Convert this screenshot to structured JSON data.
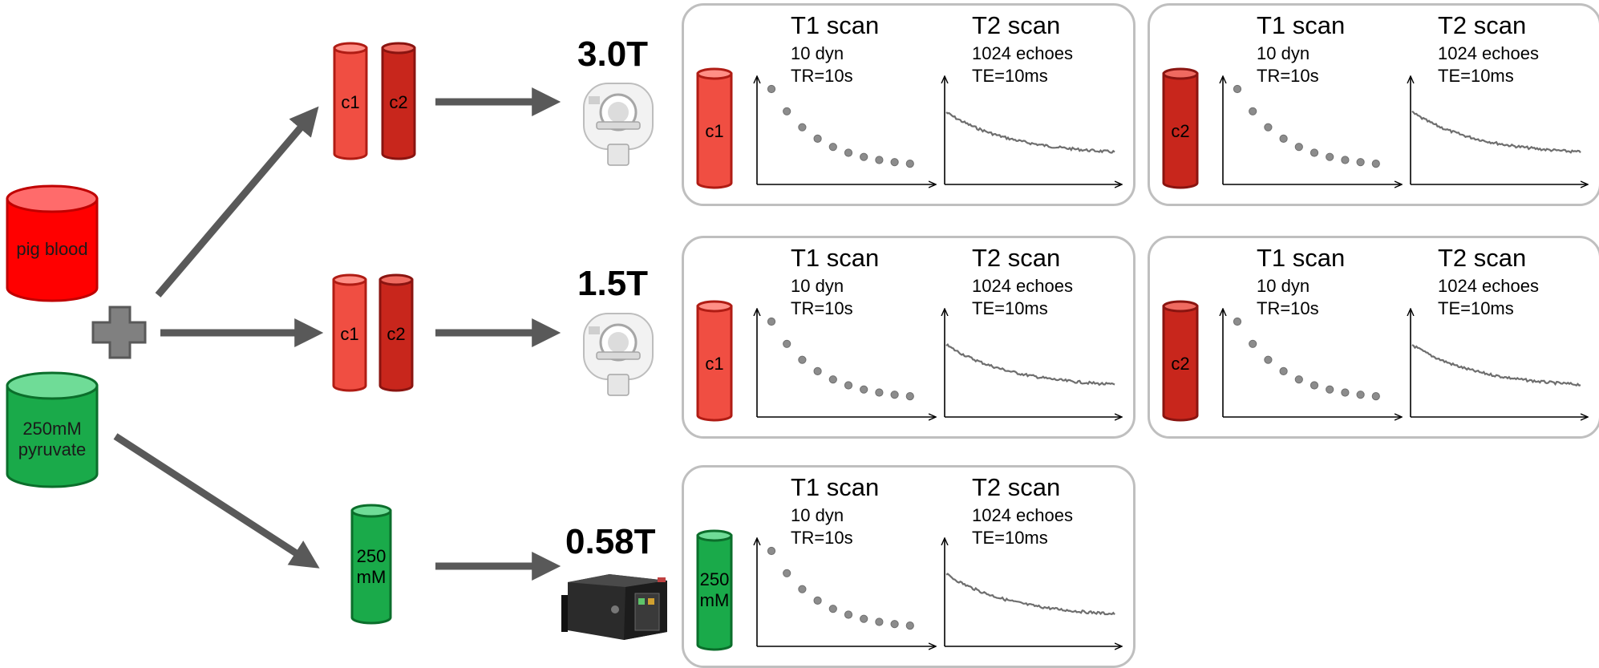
{
  "colors": {
    "blood_fill": "#ff0000",
    "blood_top": "#ff6b6b",
    "blood_stroke": "#c00000",
    "pyruvate_fill": "#1aaa4a",
    "pyruvate_top": "#6fdc97",
    "pyruvate_stroke": "#0b6e2b",
    "c1_fill": "#f04e42",
    "c1_top": "#ff8f86",
    "c1_stroke": "#b01c14",
    "c2_fill": "#c8261c",
    "c2_top": "#ef6a60",
    "c2_stroke": "#8a1410",
    "arrow": "#595959",
    "panel_border": "#bfbfbf",
    "curve": "#6e6e6e",
    "dot": "#8c8c8c"
  },
  "sources": {
    "blood_label": "pig blood",
    "pyruvate_label_1": "250mM",
    "pyruvate_label_2": "pyruvate"
  },
  "icons": {
    "plus": "plus-icon",
    "mri": "mri-scanner-icon",
    "spectrometer": "benchtop-nmr-icon"
  },
  "rows": [
    {
      "field": "3.0T",
      "samples": [
        "c1",
        "c2"
      ],
      "panels": [
        {
          "sample": "c1",
          "t1_title": "T1 scan",
          "t1_line1": "10 dyn",
          "t1_line2": "TR=10s",
          "t2_title": "T2 scan",
          "t2_line1": "1024 echoes",
          "t2_line2": "TE=10ms"
        },
        {
          "sample": "c2",
          "t1_title": "T1 scan",
          "t1_line1": "10 dyn",
          "t1_line2": "TR=10s",
          "t2_title": "T2 scan",
          "t2_line1": "1024 echoes",
          "t2_line2": "TE=10ms"
        }
      ]
    },
    {
      "field": "1.5T",
      "samples": [
        "c1",
        "c2"
      ],
      "panels": [
        {
          "sample": "c1",
          "t1_title": "T1 scan",
          "t1_line1": "10 dyn",
          "t1_line2": "TR=10s",
          "t2_title": "T2 scan",
          "t2_line1": "1024 echoes",
          "t2_line2": "TE=10ms"
        },
        {
          "sample": "c2",
          "t1_title": "T1 scan",
          "t1_line1": "10 dyn",
          "t1_line2": "TR=10s",
          "t2_title": "T2 scan",
          "t2_line1": "1024 echoes",
          "t2_line2": "TE=10ms"
        }
      ]
    },
    {
      "field": "0.58T",
      "sample_line1": "250",
      "sample_line2": "mM",
      "panels": [
        {
          "sample_line1": "250",
          "sample_line2": "mM",
          "t1_title": "T1 scan",
          "t1_line1": "10 dyn",
          "t1_line2": "TR=10s",
          "t2_title": "T2 scan",
          "t2_line1": "1024 echoes",
          "t2_line2": "TE=10ms"
        }
      ]
    }
  ]
}
